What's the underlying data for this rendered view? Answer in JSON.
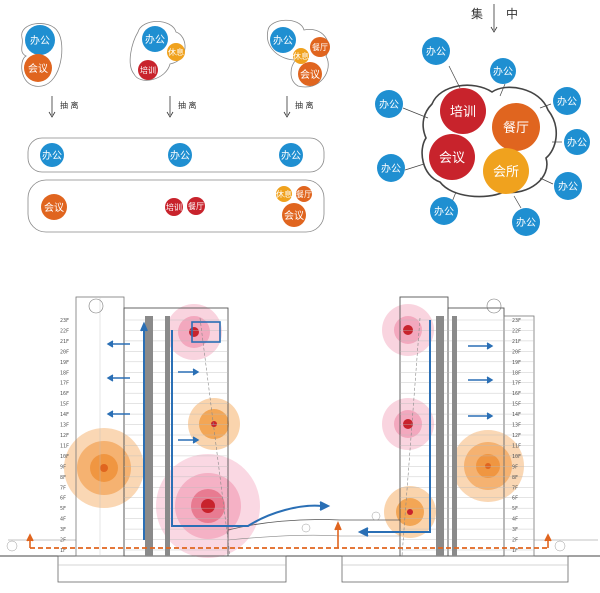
{
  "labels": {
    "office": "办公",
    "meeting": "会议",
    "rest": "休息",
    "training": "培训",
    "dining": "餐厅",
    "club": "会所",
    "extract": "抽 离",
    "concentrate_1": "集",
    "concentrate_2": "中"
  },
  "floors_left": [
    "23F",
    "22F",
    "21F",
    "20F",
    "19F",
    "18F",
    "17F",
    "16F",
    "15F",
    "14F",
    "13F",
    "12F",
    "11F",
    "10F",
    "9F",
    "8F",
    "7F",
    "6F",
    "5F",
    "4F",
    "3F",
    "2F",
    "1F"
  ],
  "floors_right": [
    "23F",
    "22F",
    "21F",
    "20F",
    "19F",
    "18F",
    "17F",
    "16F",
    "15F",
    "14F",
    "13F",
    "12F",
    "11F",
    "10F",
    "9F",
    "8F",
    "7F",
    "6F",
    "5F",
    "4F",
    "3F",
    "2F",
    "1F"
  ],
  "colors": {
    "office": "#1f8fd1",
    "meeting": "#e0651f",
    "training": "#c8232c",
    "rest": "#f0a21e",
    "dining": "#e0651f",
    "club": "#f0a21e",
    "pink_halo": "#f4a9c0",
    "orange_halo": "#f6b06a",
    "flow_blue": "#2a6fb5",
    "flow_orange": "#e0651f",
    "core_gray": "#8a8a8a"
  }
}
